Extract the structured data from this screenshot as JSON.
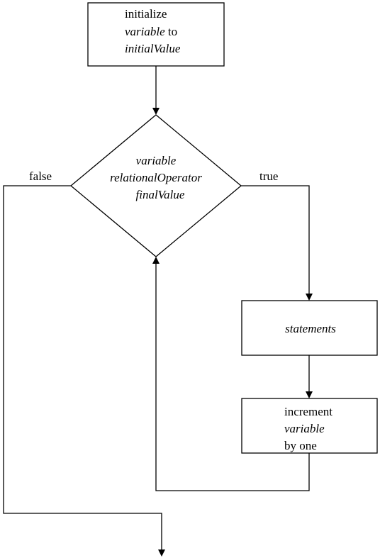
{
  "diagram": {
    "init_box": {
      "line1": "initialize",
      "line2_italic": "variable",
      "line2_rest": " to",
      "line3_italic": "initialValue"
    },
    "condition": {
      "line1": "variable",
      "line2": "relationalOperator",
      "line3": "finalValue"
    },
    "false_label": "false",
    "true_label": "true",
    "statements_box": {
      "text": "statements"
    },
    "increment_box": {
      "line1": "increment",
      "line2": "variable",
      "line3": "by one"
    }
  },
  "colors": {
    "stroke": "#000000",
    "fill": "#ffffff"
  }
}
